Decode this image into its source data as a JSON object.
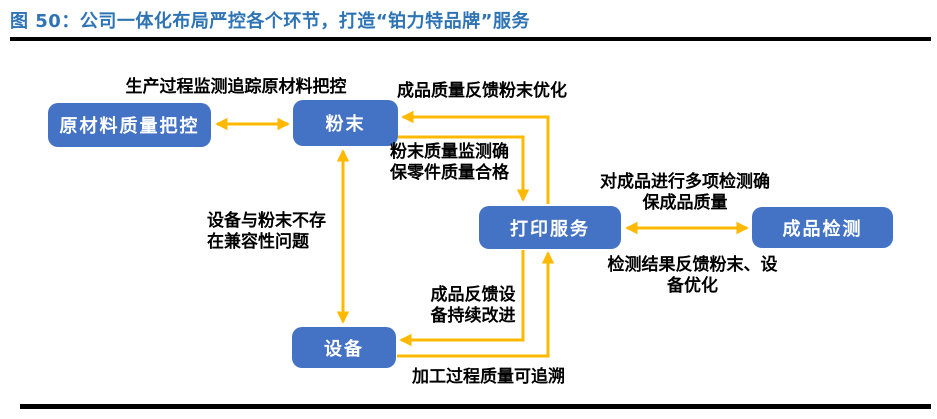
{
  "title": "图 50：公司一体化布局严控各个环节，打造“铂力特品牌”服务",
  "colors": {
    "title_text": "#2E74B5",
    "rule": "#000000",
    "node_fill": "#4472C4",
    "node_text": "#FFFFFF",
    "arrow": "#FFB900",
    "label_text": "#000000"
  },
  "diagram": {
    "nodes": [
      {
        "id": "raw-material-quality",
        "label": "原材料质量把控"
      },
      {
        "id": "powder",
        "label": "粉末"
      },
      {
        "id": "print-service",
        "label": "打印服务"
      },
      {
        "id": "product-test",
        "label": "成品检测"
      },
      {
        "id": "equipment",
        "label": "设备"
      }
    ],
    "labels": {
      "production_monitor": "生产过程监测追踪原材料把控",
      "finished_feedback_powder": "成品质量反馈粉末优化",
      "powder_quality": "粉末质量监测确\n保零件质量合格",
      "compatibility": "设备与粉末不存\n在兼容性问题",
      "multi_test": "对成品进行多项检测确\n保成品质量",
      "test_feedback": "检测结果反馈粉末、设\n备优化",
      "product_feedback_equipment": "成品反馈设\n备持续改进",
      "process_traceable": "加工过程质量可追溯"
    },
    "edges": [
      {
        "from": "raw-material-quality",
        "to": "powder",
        "direction": "both",
        "label_key": "production_monitor"
      },
      {
        "from": "print-service",
        "to": "powder",
        "direction": "one-way",
        "label_key": "finished_feedback_powder"
      },
      {
        "from": "powder",
        "to": "print-service",
        "direction": "one-way",
        "label_key": "powder_quality"
      },
      {
        "from": "powder",
        "to": "equipment",
        "direction": "both",
        "label_key": "compatibility"
      },
      {
        "from": "print-service",
        "to": "product-test",
        "direction": "both",
        "label_key": "multi_test"
      },
      {
        "from": "product-test",
        "to": "print-service",
        "direction": "annotation",
        "label_key": "test_feedback"
      },
      {
        "from": "print-service",
        "to": "equipment",
        "direction": "one-way",
        "label_key": "product_feedback_equipment"
      },
      {
        "from": "equipment",
        "to": "print-service",
        "direction": "one-way",
        "label_key": "process_traceable"
      }
    ]
  }
}
